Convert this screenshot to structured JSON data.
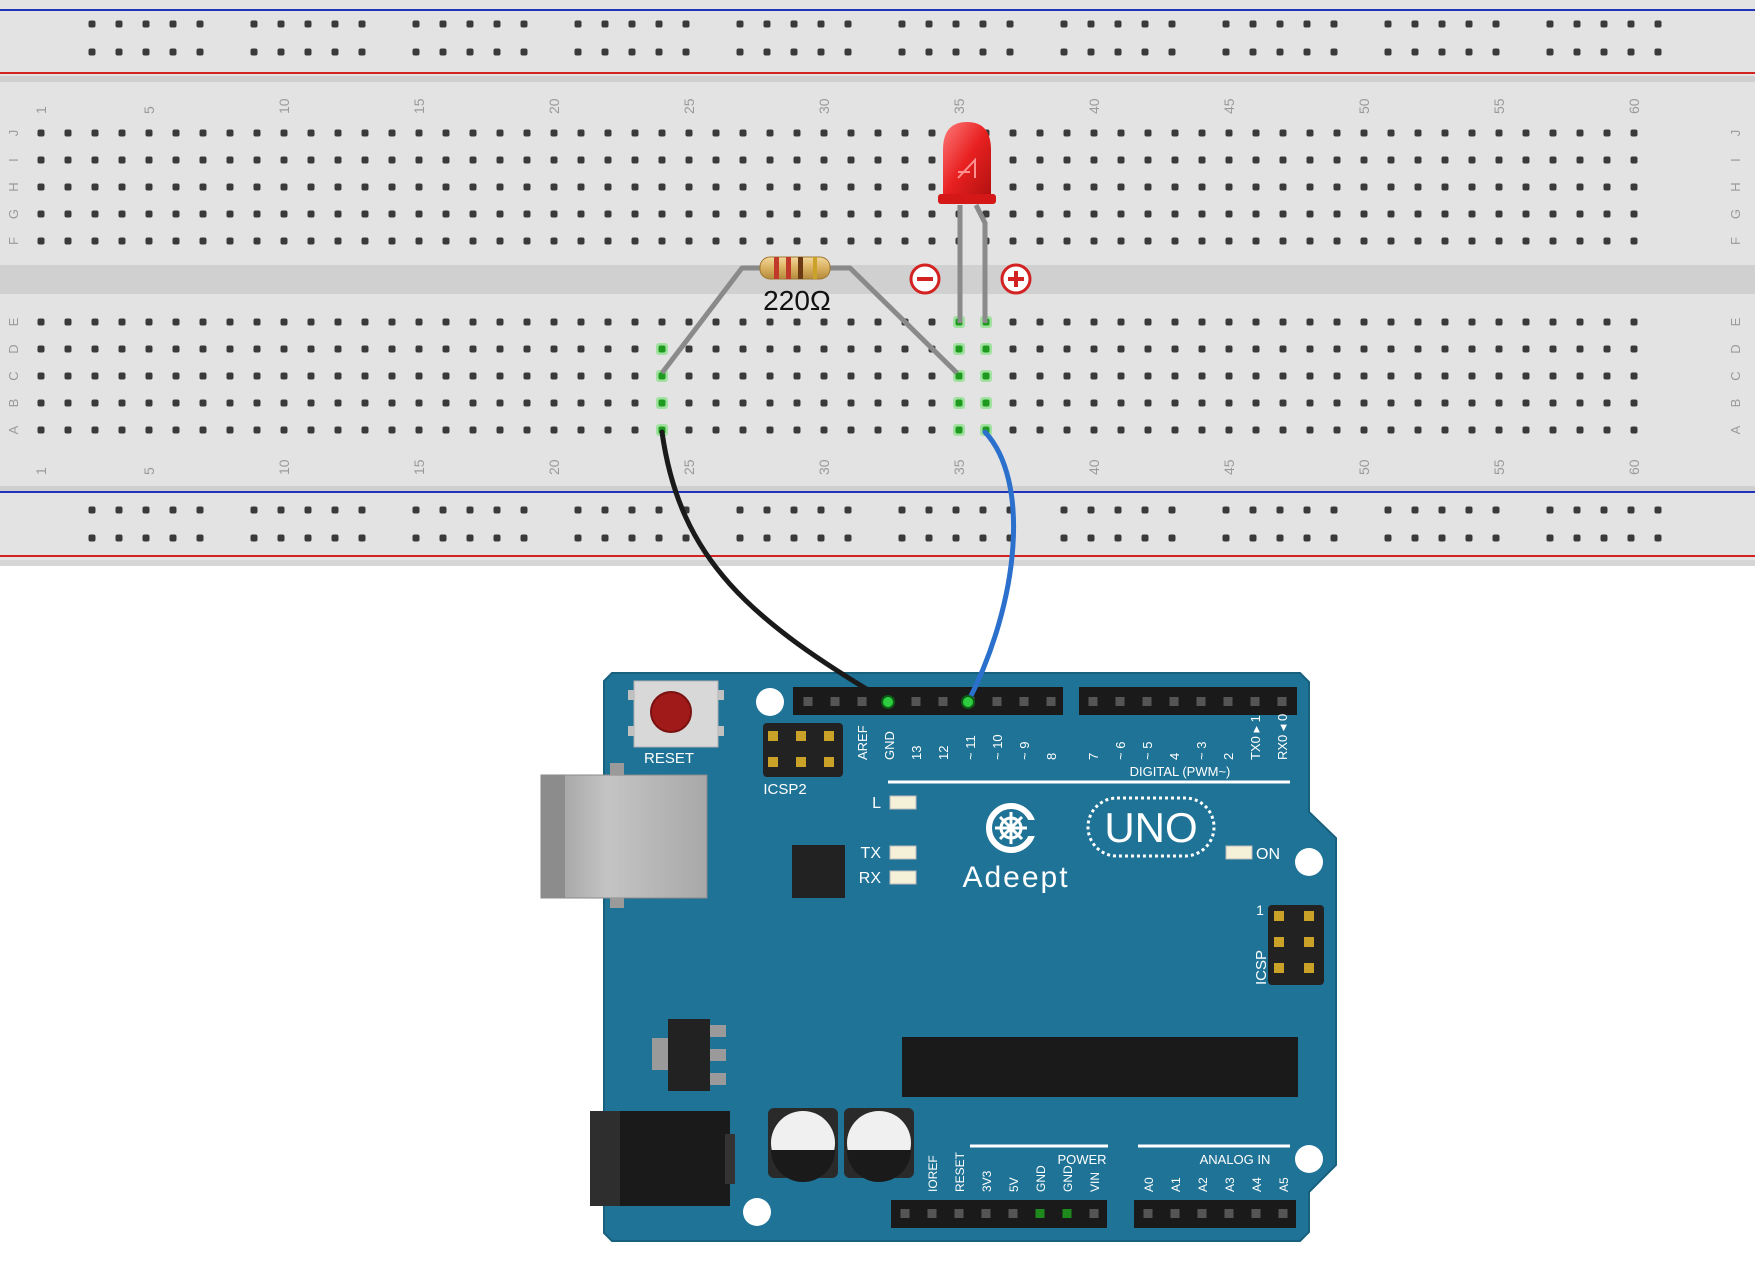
{
  "breadboard": {
    "top_numbers": [
      "1",
      "5",
      "10",
      "15",
      "20",
      "25",
      "30",
      "35",
      "40",
      "45",
      "50",
      "55",
      "60"
    ],
    "bottom_numbers": [
      "1",
      "5",
      "10",
      "15",
      "20",
      "25",
      "30",
      "35",
      "40",
      "45",
      "50",
      "55",
      "60"
    ],
    "upper_row_letters": [
      "J",
      "I",
      "H",
      "G",
      "F"
    ],
    "lower_row_letters": [
      "E",
      "D",
      "C",
      "B",
      "A"
    ]
  },
  "resistor": {
    "label": "220Ω"
  },
  "led": {
    "minus_symbol": "−",
    "plus_symbol": "+"
  },
  "arduino": {
    "reset_label": "RESET",
    "icsp2_label": "ICSP2",
    "icsp_label": "ICSP",
    "icsp_pin1": "1",
    "digital_label": "DIGITAL (PWM~)",
    "brand": "Adeept",
    "model": "UNO",
    "on_label": "ON",
    "l_label": "L",
    "tx_label": "TX",
    "rx_label": "RX",
    "power_label": "POWER",
    "analog_label": "ANALOG IN",
    "digital_pins": [
      "AREF",
      "GND",
      "13",
      "12",
      "~ 11",
      "~ 10",
      "~ 9",
      "8",
      "7",
      "~ 6",
      "~ 5",
      "4",
      "~ 3",
      "2",
      "TX0 ▸ 1",
      "RX0 ◂ 0"
    ],
    "power_pins": [
      "IOREF",
      "RESET",
      "3V3",
      "5V",
      "GND",
      "GND",
      "VIN"
    ],
    "analog_pins": [
      "A0",
      "A1",
      "A2",
      "A3",
      "A4",
      "A5"
    ]
  },
  "colors": {
    "board": "#1f7396",
    "breadboard": "#e3e3e3",
    "rail_red": "#d22222",
    "rail_blue": "#2233bb",
    "wire_black": "#1a1a1a",
    "wire_blue": "#2a70cc",
    "led": "#e82020",
    "active_hole": "#3cc83c"
  }
}
